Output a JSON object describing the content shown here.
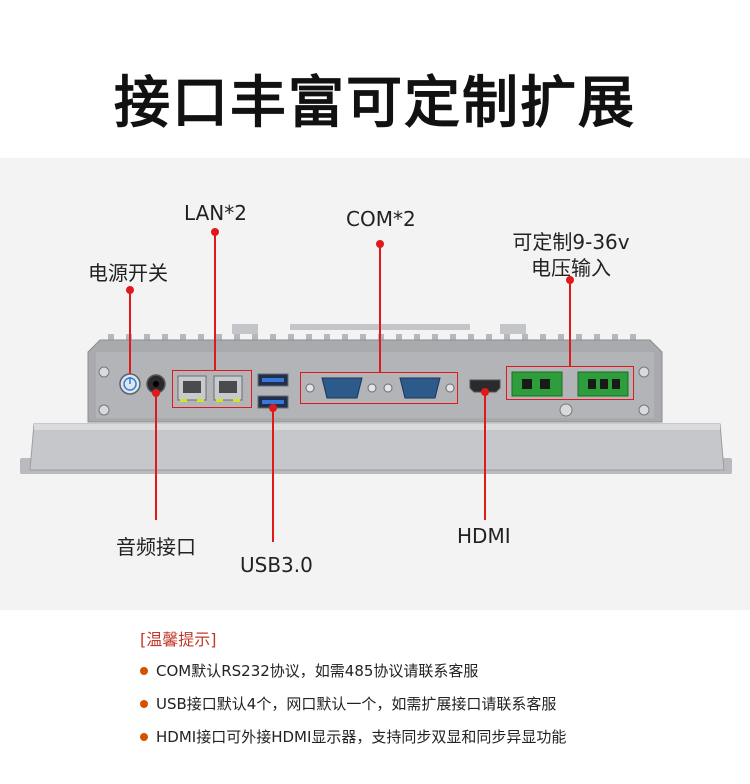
{
  "title": "接口丰富可定制扩展",
  "labels": {
    "lan": "LAN*2",
    "com": "COM*2",
    "power_switch": "电源开关",
    "power_input_line1": "可定制9-36v",
    "power_input_line2": "电压输入",
    "audio": "音频接口",
    "usb": "USB3.0",
    "hdmi": "HDMI"
  },
  "notes": {
    "title": "[温馨提示]",
    "items": [
      "COM默认RS232协议，如需485协议请联系客服",
      "USB接口默认4个，网口默认一个，如需扩展接口请联系客服",
      "HDMI接口可外接HDMI显示器，支持同步双显和同步异显功能"
    ]
  },
  "colors": {
    "accent_red": "#e01a1a",
    "bullet_orange": "#d35400",
    "connector_green": "#2e9e3c",
    "chassis_gray": "#a9aaad"
  },
  "icons": [
    "power-button-icon",
    "audio-jack-icon",
    "ethernet-port-icon",
    "usb-port-icon",
    "db9-serial-port-icon",
    "hdmi-port-icon",
    "terminal-block-icon",
    "screw-icon"
  ]
}
